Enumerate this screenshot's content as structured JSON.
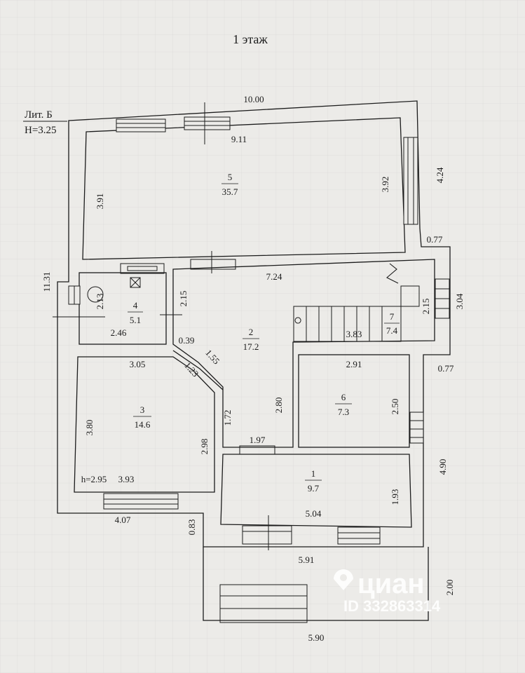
{
  "header": {
    "title": "1 этаж"
  },
  "building": {
    "lit": "Лит. Б",
    "height": "H=3.25"
  },
  "rooms": [
    {
      "id": "5",
      "num": "5",
      "area": "35.7"
    },
    {
      "id": "4",
      "num": "4",
      "area": "5.1"
    },
    {
      "id": "2",
      "num": "2",
      "area": "17.2"
    },
    {
      "id": "3",
      "num": "3",
      "area": "14.6"
    },
    {
      "id": "6",
      "num": "6",
      "area": "7.3"
    },
    {
      "id": "1",
      "num": "1",
      "area": "9.7"
    },
    {
      "id": "7",
      "num": "7",
      "area": "7.4"
    }
  ],
  "dims": {
    "outer_top": "10.00",
    "r5_top": "9.11",
    "r5_left": "3.91",
    "r5_right": "3.92",
    "outer_right_top": "4.24",
    "step_right_1": "0.77",
    "outer_left": "11.31",
    "r2_top": "7.24",
    "r4_height": "2.13",
    "r4_width": "2.46",
    "r2_left": "2.15",
    "r7_right": "2.15",
    "outer_right_mid": "3.04",
    "r7_width": "3.83",
    "corner_a": "0.39",
    "diag_a": "1.55",
    "diag_b": "1.23",
    "r3_top": "3.05",
    "r6_top": "2.91",
    "step_right_2": "0.77",
    "r2_height": "2.80",
    "r6_height": "2.50",
    "r3_height": "3.80",
    "r3_right": "2.98",
    "r2_lower": "1.72",
    "r2_bottom": "1.97",
    "outer_right_low": "4.90",
    "r1_height": "1.93",
    "r3_h": "h=2.95",
    "r3_bottom": "3.93",
    "r1_bottom": "5.04",
    "outer_bottom_left": "4.07",
    "step_down": "0.83",
    "porch_top": "5.91",
    "porch_right": "2.00",
    "porch_bottom": "5.90"
  },
  "watermark": {
    "brand": "циан",
    "id_text": "ID 332863314"
  },
  "colors": {
    "paper": "#ecebe8",
    "ink": "#1c1c1c",
    "grid": "#c9c9c9",
    "watermark": "#ffffff"
  }
}
